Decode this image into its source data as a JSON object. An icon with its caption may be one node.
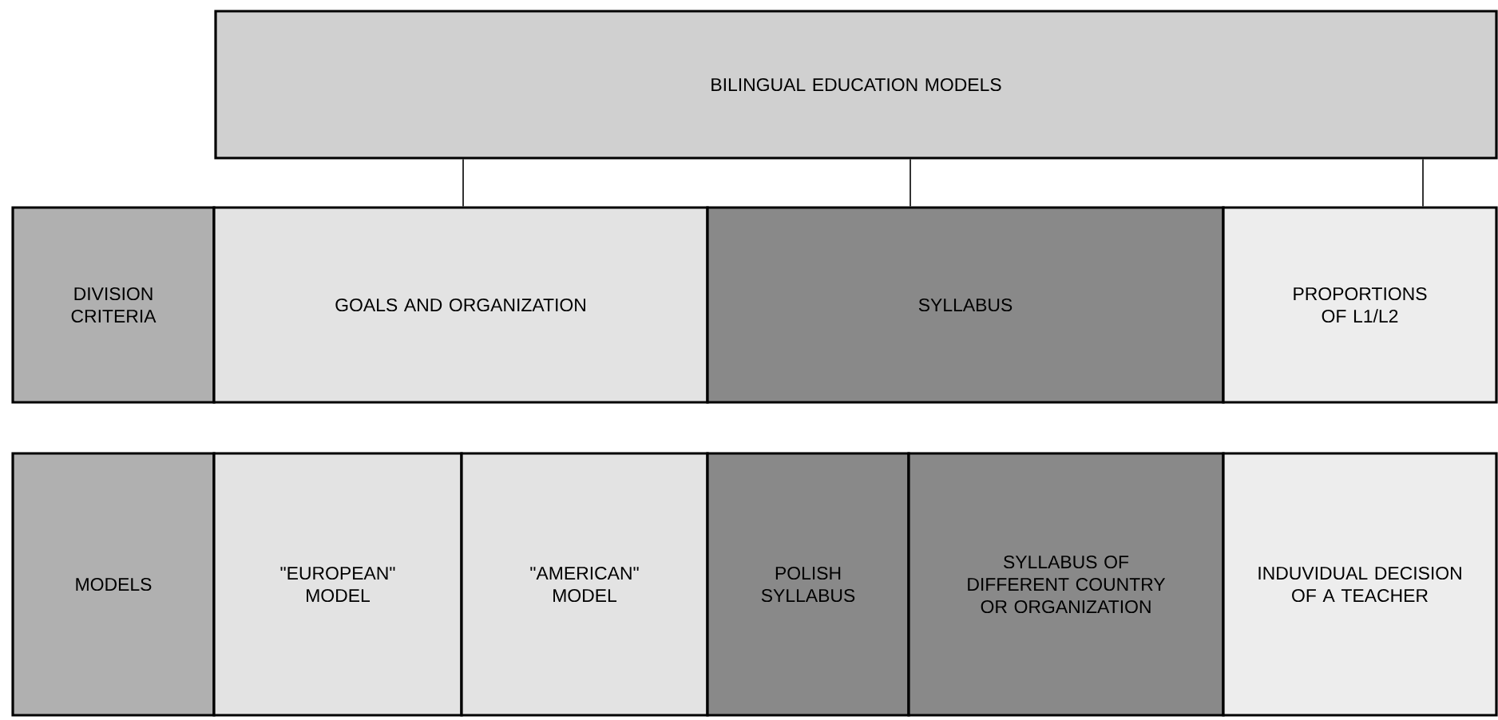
{
  "diagram": {
    "nodes": [
      {
        "text": [
          "BILINGUAL EDUCATION MODELS"
        ]
      },
      {
        "text": [
          "DIVISION CRITERIA"
        ]
      },
      {
        "text": [
          "GOALS AND ORGANIZATION"
        ]
      },
      {
        "text": [
          "SYLLABUS"
        ]
      },
      {
        "text": [
          "PROPORTIONS OF L1/L2"
        ]
      },
      {
        "text": [
          "MODELS"
        ]
      },
      {
        "text": [
          "\"EUROPEAN\" MODEL"
        ]
      },
      {
        "text": [
          "\"AMERICAN\" MODEL"
        ]
      },
      {
        "text": [
          "POLISH SYLLABUS"
        ]
      },
      {
        "text": [
          "SYLLABUS OF DIFFERENT COUNTRY OR ORGANIZATION"
        ]
      },
      {
        "text": [
          "INDUVIDUAL DECISION OF A TEACHER"
        ]
      }
    ],
    "edges": [
      {
        "from": 0,
        "to": 2,
        "arrow": "none"
      },
      {
        "from": 0,
        "to": 3,
        "arrow": "none"
      },
      {
        "from": 0,
        "to": 4,
        "arrow": "none"
      }
    ]
  }
}
